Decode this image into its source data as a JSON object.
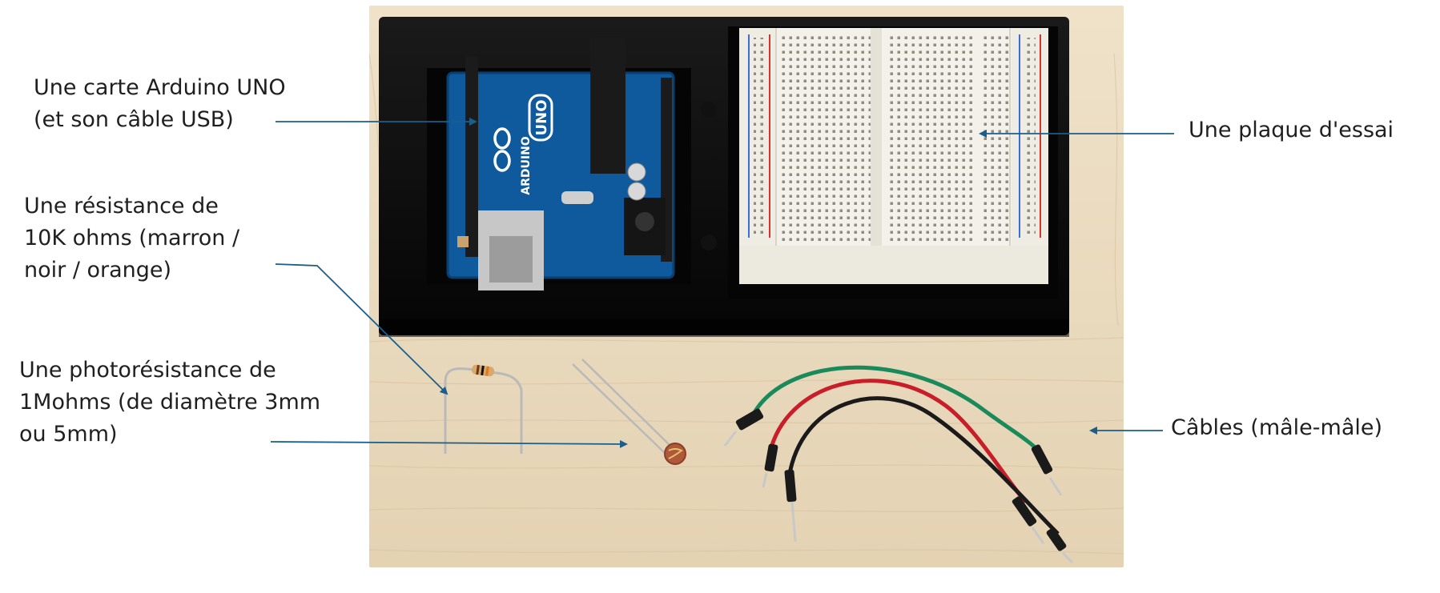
{
  "labels": {
    "arduino": [
      "Une carte Arduino UNO",
      "(et son câble USB)"
    ],
    "resistor": [
      "Une résistance de",
      "10K ohms (marron /",
      "noir / orange)"
    ],
    "photoresistor": [
      "Une photorésistance de",
      "1Mohms (de diamètre 3mm",
      "ou 5mm)"
    ],
    "breadboard": [
      "Une plaque d'essai"
    ],
    "cables": [
      "Câbles (mâle-mâle)"
    ]
  },
  "photo_text": {
    "board_logo": "UNO",
    "board_brand": "ARDUINO"
  },
  "colors": {
    "leader": "#1b5e8a",
    "wood": "#e9d9bd",
    "board": "#0f5a9c",
    "tray": "#0d0d0d",
    "breadboard": "#f3f1ea",
    "wire_green": "#1a8a5a",
    "wire_red": "#c81e2a",
    "wire_black": "#1a1a1a"
  }
}
